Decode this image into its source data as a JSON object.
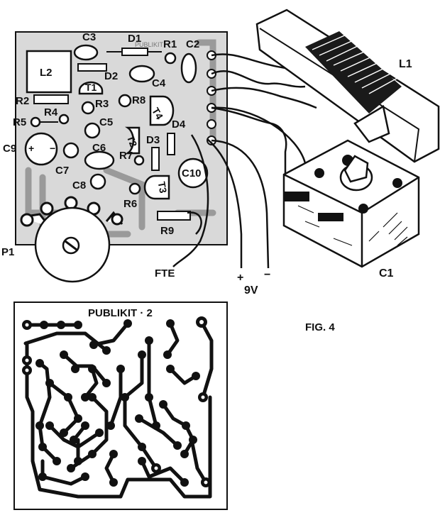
{
  "figure": {
    "caption": "FIG. 4",
    "pcb_title": "PUBLIKIT · 2",
    "board_silk": "PUBLIKIT"
  },
  "components": {
    "C1": "C1",
    "C2": "C2",
    "C3": "C3",
    "C4": "C4",
    "C5": "C5",
    "C6": "C6",
    "C7": "C7",
    "C8": "C8",
    "C9": "C9",
    "C10": "C10",
    "D1": "D1",
    "D2": "D2",
    "D3": "D3",
    "D4": "D4",
    "R1": "R1",
    "R2": "R2",
    "R3": "R3",
    "R4": "R4",
    "R5": "R5",
    "R6": "R6",
    "R7": "R7",
    "R8": "R8",
    "R9": "R9",
    "T1": "T1",
    "T2": "T2",
    "T3": "T3",
    "T4": "T4",
    "L1": "L1",
    "L2": "L2",
    "P1": "P1"
  },
  "connections": {
    "fte": "FTE",
    "supply": "9V",
    "plus": "+",
    "minus": "−"
  },
  "colors": {
    "ink": "#111111",
    "board": "#d9d9d9",
    "paper": "#ffffff"
  }
}
